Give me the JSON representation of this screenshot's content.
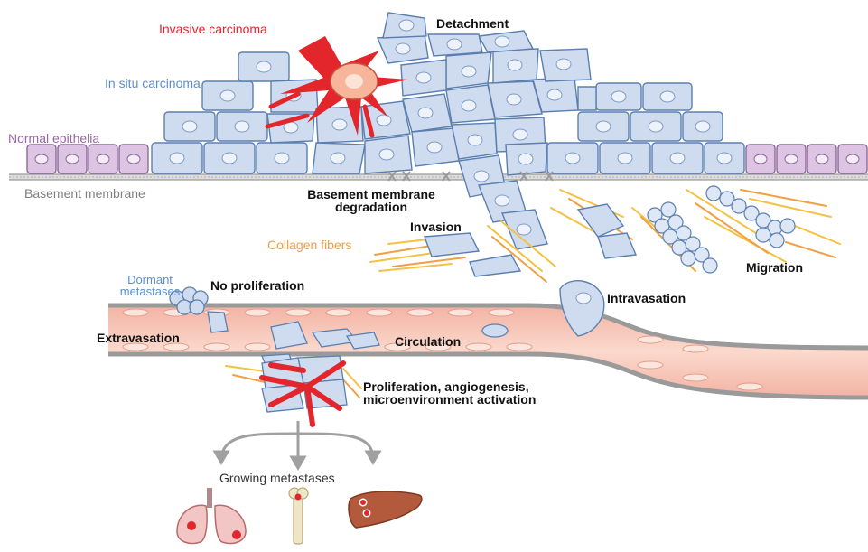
{
  "labels": {
    "invasive_carcinoma": "Invasive carcinoma",
    "in_situ_carcinoma": "In situ carcinoma",
    "normal_epithelia": "Normal epithelia",
    "basement_membrane": "Basement membrane",
    "detachment": "Detachment",
    "bm_degradation_line1": "Basement membrane",
    "bm_degradation_line2": "degradation",
    "invasion": "Invasion",
    "collagen_fibers": "Collagen fibers",
    "migration": "Migration",
    "dormant_line1": "Dormant",
    "dormant_line2": "metastases",
    "no_proliferation": "No proliferation",
    "intravasation": "Intravasation",
    "extravasation": "Extravasation",
    "circulation": "Circulation",
    "prolif_line1": "Proliferation, angiogenesis,",
    "prolif_line2": "microenvironment activation",
    "growing_metastases": "Growing metastases"
  },
  "colors": {
    "tumor_red": "#e3262c",
    "in_situ_blue": "#5b8fd1",
    "normal_purple": "#9b63a8",
    "membrane_gray": "#8c8c8c",
    "collagen_orange": "#f0a040",
    "cell_fill": "#cfdcf0",
    "cell_stroke": "#5b7fb0",
    "normal_cell_fill": "#d9c2e0",
    "vessel_fill": "#f6c4b4",
    "vessel_wall": "#a8a8a8"
  },
  "icons": [
    "lung-icon",
    "bone-icon",
    "liver-icon"
  ]
}
